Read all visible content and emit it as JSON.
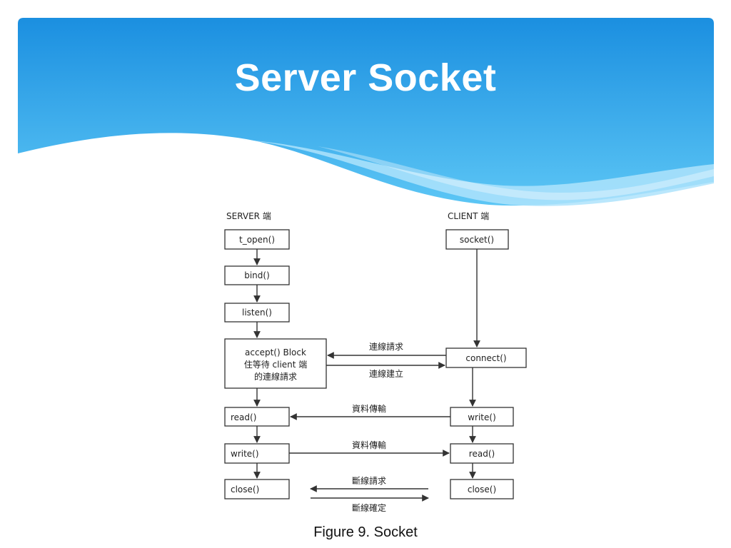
{
  "slide": {
    "title": "Server Socket",
    "caption": "Figure 9. Socket",
    "header_colors": {
      "top": "#1b8fe0",
      "bottom": "#5cc6f5",
      "wave": "#aee3fb"
    }
  },
  "diagram": {
    "server_heading": "SERVER 端",
    "client_heading": "CLIENT 端",
    "server_steps": {
      "t_open": "t_open()",
      "bind": "bind()",
      "listen": "listen()",
      "accept_line1": "accept() Block",
      "accept_line2": "住等待 client 端",
      "accept_line3": "的連線請求",
      "read": "read()",
      "write": "write()",
      "close": "close()"
    },
    "client_steps": {
      "socket": "socket()",
      "connect": "connect()",
      "write": "write()",
      "read": "read()",
      "close": "close()"
    },
    "messages": {
      "connect_request": "連線請求",
      "connect_established": "連線建立",
      "data_to_server": "資料傳輸",
      "data_to_client": "資料傳輸",
      "disconnect_request": "斷線請求",
      "disconnect_confirm": "斷線確定"
    }
  }
}
